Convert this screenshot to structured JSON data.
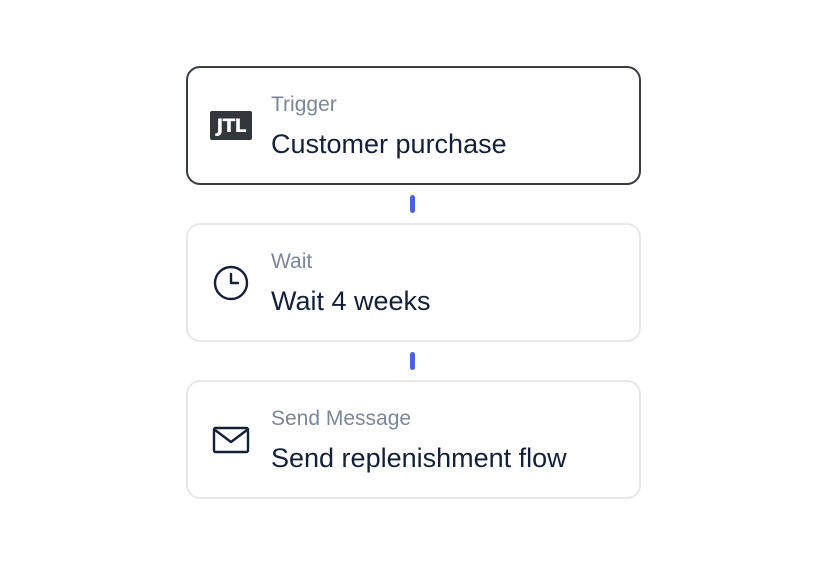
{
  "steps": [
    {
      "label": "Trigger",
      "title": "Customer purchase",
      "icon": "jtl-logo-icon",
      "icon_text": "JTL",
      "selected": true
    },
    {
      "label": "Wait",
      "title": "Wait 4 weeks",
      "icon": "clock-icon",
      "selected": false
    },
    {
      "label": "Send Message",
      "title": "Send replenishment flow",
      "icon": "envelope-icon",
      "selected": false
    }
  ],
  "colors": {
    "connector": "#4a63e0",
    "selected_border": "#3a3d42",
    "border": "#e6e8eb",
    "label": "#7c8795",
    "title": "#142037"
  }
}
